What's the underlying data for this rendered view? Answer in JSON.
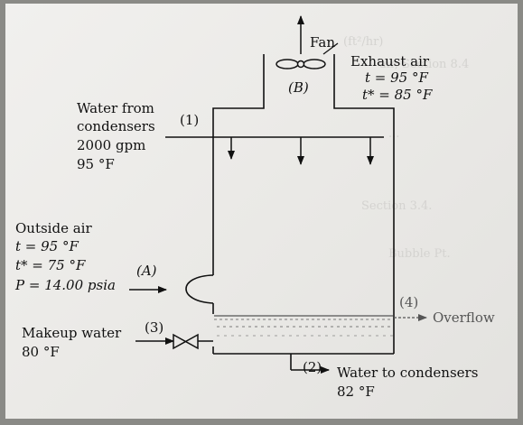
{
  "diagram": {
    "fan": {
      "label": "Fan"
    },
    "exhaust_air": {
      "title": "Exhaust air",
      "t": "t = 95 °F",
      "t_star": "t* = 85 °F"
    },
    "fan_point": {
      "label": "(B)"
    },
    "water_from_condensers": {
      "line1": "Water from",
      "line2": "condensers",
      "flow": "2000 gpm",
      "temp": "95 °F",
      "stream": "(1)"
    },
    "outside_air": {
      "title": "Outside air",
      "t": "t = 95 °F",
      "t_star": "t* = 75 °F",
      "p": "P = 14.00 psia",
      "point": "(A)"
    },
    "makeup_water": {
      "title": "Makeup water",
      "temp": "80 °F",
      "stream": "(3)"
    },
    "overflow": {
      "label": "Overflow",
      "stream": "(4)"
    },
    "water_to_condensers": {
      "title": "Water to condensers",
      "temp": "82 °F",
      "stream": "(2)"
    },
    "colors": {
      "paper": "#efeeeb",
      "ink": "#111111",
      "water_level": "#555555"
    }
  }
}
